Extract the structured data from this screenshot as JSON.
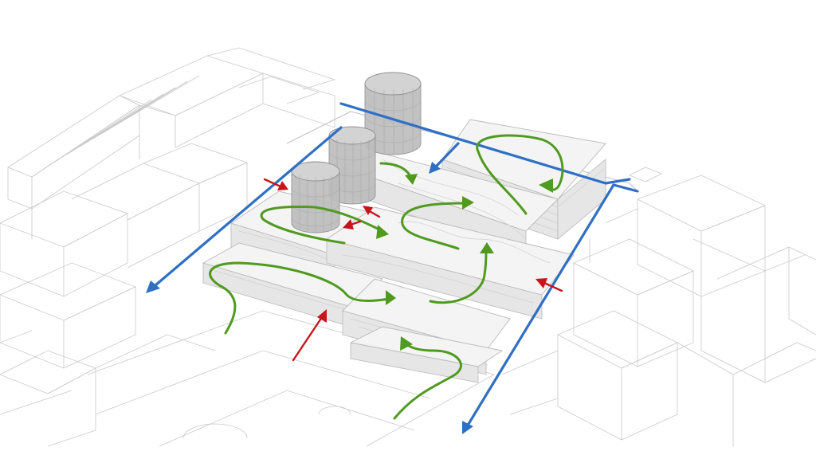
{
  "colors": {
    "pedestrian_flow": "#4f9a1f",
    "vehicle_flow": "#2f6fc4",
    "entry_points": "#c8151b",
    "context_lines": "#c9c9c9",
    "tanks": "#bdbdbd"
  },
  "diagram": {
    "elements": [
      "context-buildings",
      "terraced-slab-blocks",
      "cylindrical-tanks",
      "pedestrian-flow-arrows",
      "vehicle-flow-arrows",
      "entry-point-arrows"
    ]
  }
}
